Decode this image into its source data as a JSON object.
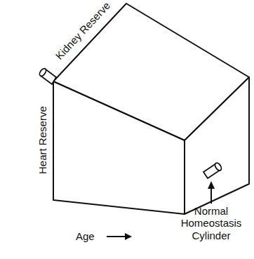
{
  "diagram": {
    "labels": [
      "Kidney Reserve",
      "Heart Reserve",
      "Age",
      "Normal Homeostasis Cylinder"
    ]
  }
}
